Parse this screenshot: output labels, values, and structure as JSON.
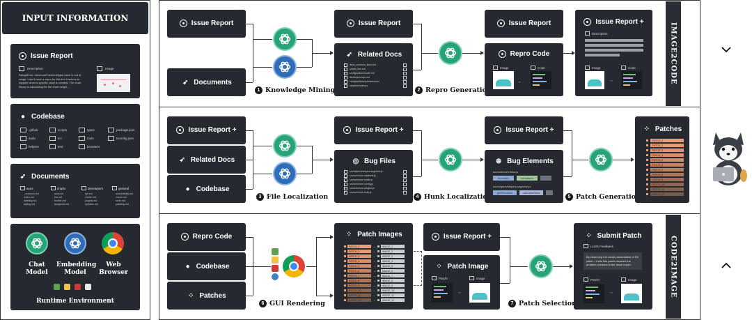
{
  "left_panel": {
    "title": "INPUT INFORMATION",
    "issue": {
      "title": "Issue Report",
      "desc_label": "Description",
      "image_label": "Image",
      "text": "RangeError: minimumFractionDigits value is out of range. I don't have a repro for this but it seems to happen when a specific chart is created. The chart library is calculating for the chart height..."
    },
    "codebase": {
      "title": "Codebase",
      "items": [
        ".github",
        "scripts",
        "types",
        "package.json",
        "audo",
        "src",
        "tools",
        "tsconfig.json",
        "helpers",
        "test",
        "browsers"
      ]
    },
    "documents": {
      "title": "Documents",
      "cols": [
        {
          "head": "axes",
          "items": [
            "_common.md",
            "index.md",
            "labeling.md",
            "styling.md"
          ]
        },
        {
          "head": "charts",
          "items": [
            "area.md",
            "bar.md",
            "bubble.md",
            "doughnut.md"
          ]
        },
        {
          "head": "developers",
          "items": [
            "api.md",
            "charts.md",
            "plugins.md",
            "updates.md"
          ]
        },
        {
          "head": "general",
          "items": [
            "accessibility.md",
            "colors.md",
            "fonts.md",
            "padding.md"
          ]
        }
      ]
    },
    "models": [
      {
        "label": "Chat\nModel"
      },
      {
        "label": "Embedding\nModel"
      },
      {
        "label": "Web\nBrowser"
      }
    ],
    "runtime": "Runtime Environment"
  },
  "row1": {
    "side_label": "IMAGE2CODE",
    "issue": "Issue Report",
    "documents": "Documents",
    "issue2": "Issue Report",
    "related_docs": "Related Docs",
    "docs_files": [
      "docs_common_ticks.md",
      "charts_line.md",
      "configuration/locale.md",
      "developers/api.md",
      "samples/timer/previews.md",
      "scripts/helpers.js"
    ],
    "step1": {
      "n": "1",
      "label": "Knowledge Mining"
    },
    "issue3": "Issue Report",
    "repro_code": "Repro Code",
    "image_label": "Image",
    "code_label": "Code",
    "step2": {
      "n": "2",
      "label": "Repro Generation"
    },
    "issue_plus": "Issue Report +",
    "description": "Description",
    "image2": "Image",
    "code2": "Code"
  },
  "row2": {
    "issue_plus": "Issue Report +",
    "related_docs": "Related Docs",
    "codebase": "Codebase",
    "step3": {
      "n": "3",
      "label": "File Localization"
    },
    "issue_plus2": "Issue Report +",
    "bug_files": "Bug Files",
    "bug_file_list": [
      "src/helpers/helpers.segment.js",
      "src/core/core.datasets.js",
      "src/core/core.scale.js",
      "src/core/core.config.js",
      "src/core/core.plugins.js",
      "src/core/core.ticks.js"
    ],
    "step4": {
      "n": "4",
      "label": "Hunk Localization"
    },
    "issue_plus3": "Issue Report +",
    "bug_elements": "Bug Elements",
    "elem1": "src/core/core.ticks.js",
    "elem2": "src/helpers/helpers.segment.js",
    "chips": [
      "formatter",
      "formatters",
      "getPrecision",
      "calculateDelta"
    ],
    "step5": {
      "n": "5",
      "label": "Patch Generation"
    },
    "patches": "Patches",
    "patch_items": [
      "PATCH_1",
      "PATCH_2",
      "PATCH_3",
      "PATCH_4",
      "PATCH_5",
      "PATCH_6",
      "PATCH_7",
      "PATCH_8",
      "PATCH_9",
      "PATCH_10",
      "PATCH_11",
      "PATCH_12"
    ]
  },
  "row3": {
    "side_label": "CODE2IMAGE",
    "repro_code": "Repro Code",
    "codebase": "Codebase",
    "patches": "Patches",
    "step6": {
      "n": "6",
      "label": "GUI Rendering"
    },
    "patch_images": "Patch Images",
    "patch_rows": [
      "PATCH_1",
      "PATCH_2",
      "PATCH_3",
      "PATCH_4",
      "PATCH_5",
      "PATCH_6",
      "PATCH_7",
      "PATCH_8",
      "PATCH_9",
      "PATCH_10",
      "PATCH_11",
      "PATCH_12"
    ],
    "image_rows": [
      "IMAGE_1",
      "IMAGE_2",
      "IMAGE_3",
      "IMAGE_4",
      "IMAGE_5",
      "IMAGE_6",
      "IMAGE_7",
      "IMAGE_8",
      "IMAGE_9",
      "IMAGE_10",
      "IMAGE_11",
      "IMAGE_12"
    ],
    "issue_plus": "Issue Report +",
    "patch_image": "Patch Image",
    "patchi": "PatchI",
    "image": "Image",
    "step7": {
      "n": "7",
      "label": "Patch Selection"
    },
    "submit_patch": "Submit Patch",
    "llm_feedback": "LLM's Feedback",
    "feedback_text": "By observing the visual presentation of the patch, I think this patch resolved the problem scenario in the issue report.",
    "patchi2": "PatchI",
    "image2": "Image"
  },
  "colors": {
    "card": "#262a30",
    "gpt_green": "#27a37a",
    "gpt_blue": "#2f6db8",
    "border": "#333333"
  }
}
